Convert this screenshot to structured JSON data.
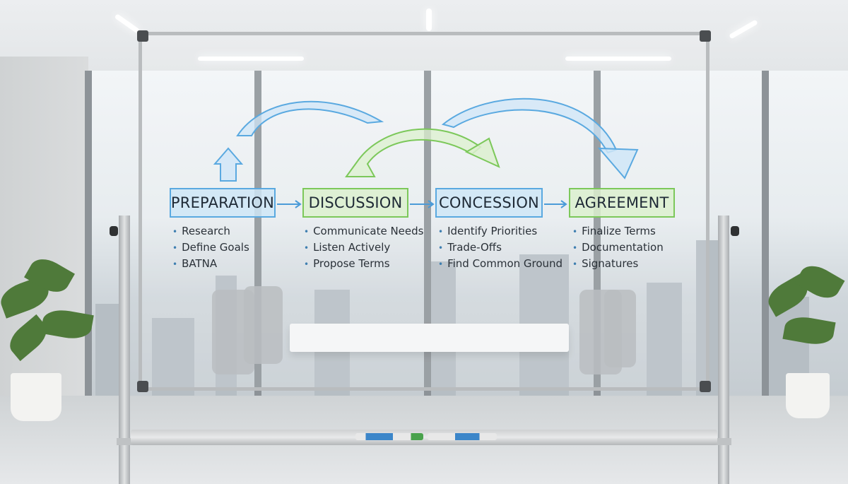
{
  "colors": {
    "blue_stroke": "#5aa9e0",
    "blue_fill": "#cfe6f7",
    "green_stroke": "#7cc85a",
    "green_fill": "#dcf0cf",
    "arrow_connector": "#4b9bd8"
  },
  "stages": [
    {
      "title": "PREPARATION",
      "color": "blue",
      "items": [
        "Research",
        "Define Goals",
        "BATNA"
      ]
    },
    {
      "title": "DISCUSSION",
      "color": "green",
      "items": [
        "Communicate Needs",
        "Listen Actively",
        "Propose Terms"
      ]
    },
    {
      "title": "CONCESSION",
      "color": "blue",
      "items": [
        "Identify Priorities",
        "Trade-Offs",
        "Find Common Ground"
      ]
    },
    {
      "title": "AGREEMENT",
      "color": "green",
      "items": [
        "Finalize Terms",
        "Documentation",
        "Signatures"
      ]
    }
  ]
}
